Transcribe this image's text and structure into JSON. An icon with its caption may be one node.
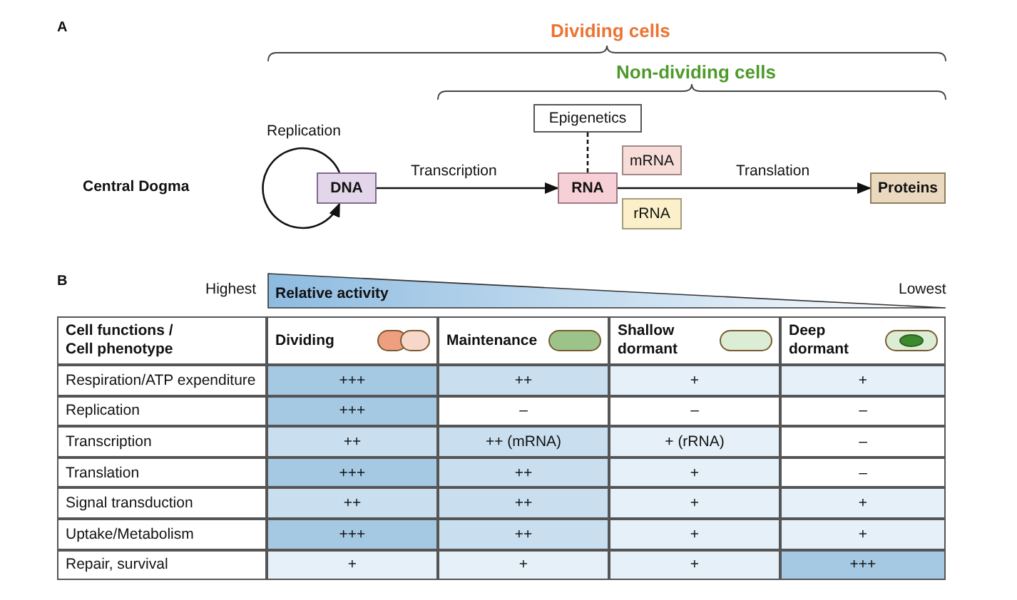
{
  "diagram": {
    "nodes": [
      {
        "text": [
          "DNA"
        ]
      },
      {
        "text": [
          "RNA"
        ]
      },
      {
        "text": [
          "Proteins"
        ]
      },
      {
        "text": [
          "Epigenetics"
        ]
      },
      {
        "text": [
          "mRNA"
        ]
      },
      {
        "text": [
          "rRNA"
        ]
      }
    ],
    "edges": [
      {
        "from": 0,
        "to": 0,
        "arrow": "to",
        "label": "Replication"
      },
      {
        "from": 0,
        "to": 1,
        "arrow": "to",
        "label": "Transcription"
      },
      {
        "from": 1,
        "to": 2,
        "arrow": "to",
        "label": "Translation"
      },
      {
        "from": 3,
        "to": 1,
        "arrow": "none",
        "style": "dashed"
      }
    ],
    "labels": [
      "A",
      "Dividing cells",
      "Non-dividing cells",
      "Central Dogma",
      "B",
      "Highest",
      "Relative activity",
      "Lowest",
      "Cell functions / Cell phenotype",
      "Dividing",
      "Maintenance",
      "Shallow dormant",
      "Deep dormant",
      "Respiration/ATP expenditure",
      "+++",
      "++",
      "+",
      "+",
      "Replication",
      "+++",
      "–",
      "–",
      "–",
      "Transcription",
      "++",
      "++ (mRNA)",
      "+ (rRNA)",
      "–",
      "Translation",
      "+++",
      "++",
      "+",
      "–",
      "Signal transduction",
      "++",
      "++",
      "+",
      "+",
      "Uptake/Metabolism",
      "+++",
      "++",
      "+",
      "+",
      "Repair, survival",
      "+",
      "+",
      "+",
      "+++"
    ]
  }
}
